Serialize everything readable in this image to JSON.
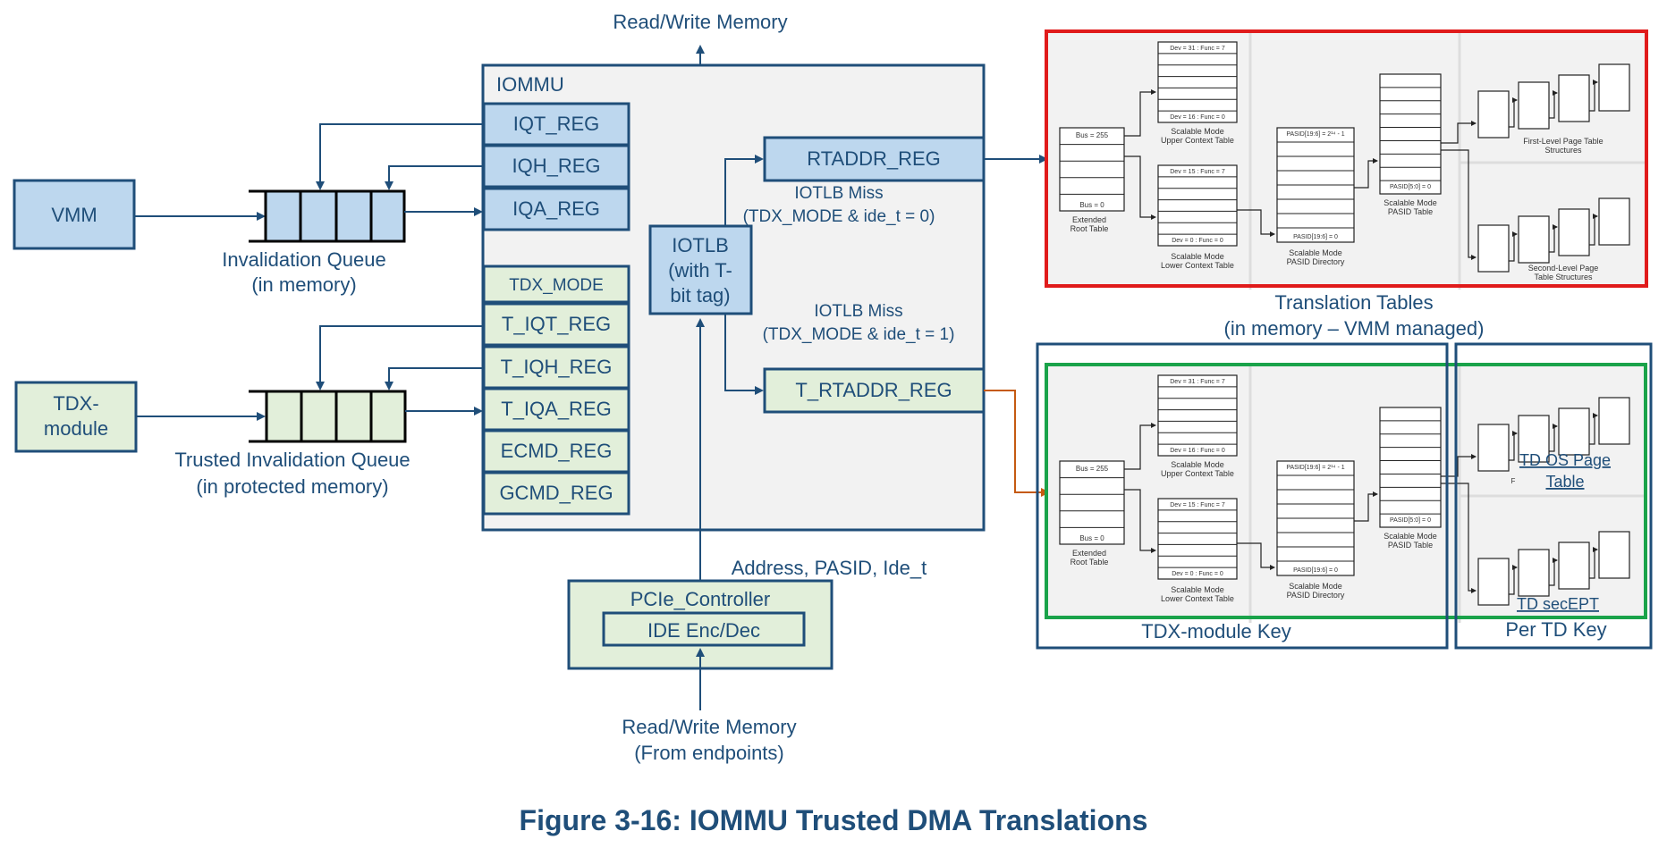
{
  "figure_caption": "Figure 3-16: IOMMU Trusted DMA Translations",
  "top_label": "Read/Write Memory",
  "iommu": {
    "title": "IOMMU",
    "regs_upper": [
      "IQT_REG",
      "IQH_REG",
      "IQA_REG"
    ],
    "regs_lower": [
      "TDX_MODE",
      "T_IQT_REG",
      "T_IQH_REG",
      "T_IQA_REG",
      "ECMD_REG",
      "GCMD_REG"
    ],
    "iotlb": [
      "IOTLB",
      "(with T-",
      "bit tag)"
    ],
    "rtaddr": "RTADDR_REG",
    "t_rtaddr": "T_RTADDR_REG",
    "miss0": [
      "IOTLB Miss",
      "(TDX_MODE & ide_t = 0)"
    ],
    "miss1": [
      "IOTLB Miss",
      "(TDX_MODE & ide_t = 1)"
    ]
  },
  "vmm": "VMM",
  "tdx_module": [
    "TDX-",
    "module"
  ],
  "inv_queue": [
    "Invalidation Queue",
    "(in memory)"
  ],
  "trusted_queue": [
    "Trusted Invalidation Queue",
    "(in protected memory)"
  ],
  "pcie": {
    "addr_label": "Address, PASID, Ide_t",
    "controller": "PCIe_Controller",
    "ide": "IDE Enc/Dec",
    "bottom_label": [
      "Read/Write Memory",
      "(From endpoints)"
    ]
  },
  "translation_tables": {
    "caption": [
      "Translation Tables",
      "(in memory – VMM managed)"
    ],
    "extended_root": [
      "Extended",
      "Root Table"
    ],
    "bus_top": "Bus = 255",
    "bus_bottom": "Bus = 0",
    "upper_ctx_top": "Dev = 31 : Func = 7",
    "upper_ctx_bottom": "Dev = 16 : Func = 0",
    "upper_ctx_label": [
      "Scalable Mode",
      "Upper Context Table"
    ],
    "lower_ctx_top": "Dev = 15 : Func = 7",
    "lower_ctx_bottom": "Dev = 0 : Func = 0",
    "lower_ctx_label": [
      "Scalable Mode",
      "Lower Context Table"
    ],
    "pasid_dir_top": "PASID[19:6] = 2¹⁴ - 1",
    "pasid_dir_bottom": "PASID[19:6] = 0",
    "pasid_dir_label": [
      "Scalable Mode",
      "PASID Directory"
    ],
    "pasid_tbl_bottom": "PASID[5:0] = 0",
    "pasid_tbl_label": [
      "Scalable Mode",
      "PASID Table"
    ],
    "first_level": [
      "First-Level Page Table",
      "Structures"
    ],
    "second_level": [
      "Second-Level Page",
      "Table Structures"
    ]
  },
  "tdx_tables": {
    "td_os_page": [
      "TD OS Page",
      "Table"
    ],
    "td_sec_ept": "TD secEPT",
    "tdx_module_key": "TDX-module Key",
    "per_td_key": "Per TD Key",
    "fragment_f": "F"
  },
  "colors": {
    "dark_blue": "#1f4e79",
    "light_blue_fill": "#bdd7ee",
    "light_green_fill": "#e2efda",
    "red": "#e01b1b",
    "green": "#1aa34a",
    "orange": "#c55a11"
  }
}
